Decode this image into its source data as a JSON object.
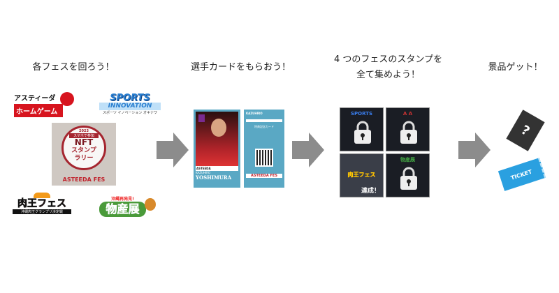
{
  "steps": [
    {
      "title": "各フェスを回ろう！"
    },
    {
      "title": "選手カードをもらおう！"
    },
    {
      "title_line1": "4 つのフェスのスタンプを",
      "title_line2": "全て集めよう！"
    },
    {
      "title": "景品ゲット！"
    }
  ],
  "logos": {
    "asteeda_line1": "アスティーダ",
    "asteeda_line2": "ホームゲーム",
    "sports_line1": "SPORTS",
    "sports_line2": "INNOVATION",
    "sports_sub": "スポーツ イノベーション オキナワ",
    "nft_year": "2023",
    "nft_top": "スマホで参加",
    "nft_main": "NFT",
    "nft_line2": "スタンプ",
    "nft_line3": "ラリー",
    "nft_footer": "ASTEEDA FES",
    "nikuo": "肉王フェス",
    "nikuo_sub": "沖縄肉王グランプリ決定戦",
    "bussan_top": "沖縄再発見!",
    "bussan": "物産展"
  },
  "player_card": {
    "team": "ASTEEDA",
    "first_name": "KAZUHIRO",
    "last_name": "YOSHIMURA",
    "back_header": "KAZUHIRO",
    "back_title": "特典記念カード",
    "back_logo": "ASTEEDA FES"
  },
  "stamps": {
    "achieved_label": "達成！",
    "cells": [
      {
        "name": "sports-innovation",
        "locked": true
      },
      {
        "name": "asteeda",
        "locked": true
      },
      {
        "name": "nikuo-fes",
        "locked": false
      },
      {
        "name": "bussanten",
        "locked": true
      }
    ]
  },
  "prizes": {
    "mystery_symbol": "?",
    "ticket_label": "TICKET"
  },
  "colors": {
    "arrow": "#8c8c8c",
    "asteeda_red": "#d7141e",
    "sports_blue": "#2a7fd0",
    "card_teal": "#5aa8c4",
    "ticket_blue": "#2aa0e0",
    "mystery_card": "#333333"
  }
}
